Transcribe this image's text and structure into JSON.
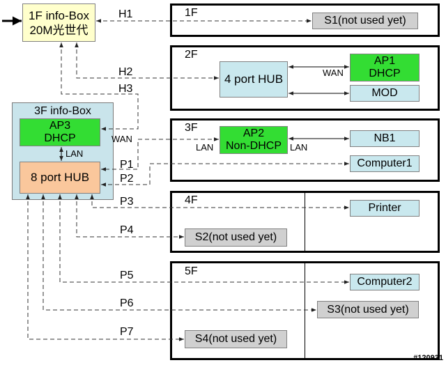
{
  "diagram": {
    "info_box_1f": {
      "line1": "1F info-Box",
      "line2": "20M光世代"
    },
    "info_box_3f": {
      "title": "3F info-Box"
    },
    "floors": {
      "f1": "1F",
      "f2": "2F",
      "f3": "3F",
      "f4": "4F",
      "f5": "5F"
    },
    "devices": {
      "s1": "S1(not used yet)",
      "hub4": "4 port HUB",
      "ap1": {
        "name": "AP1",
        "mode": "DHCP"
      },
      "mod": "MOD",
      "ap2": {
        "name": "AP2",
        "mode": "Non-DHCP"
      },
      "nb1": "NB1",
      "computer1": "Computer1",
      "ap3": {
        "name": "AP3",
        "mode": "DHCP"
      },
      "hub8": "8 port HUB",
      "printer": "Printer",
      "s2": "S2(not used yet)",
      "computer2": "Computer2",
      "s3": "S3(not used yet)",
      "s4": "S4(not used yet)"
    },
    "links": {
      "h1": "H1",
      "h2": "H2",
      "h3": "H3",
      "p1": "P1",
      "p2": "P2",
      "p3": "P3",
      "p4": "P4",
      "p5": "P5",
      "p6": "P6",
      "p7": "P7"
    },
    "port_labels": {
      "ap1_wan": "WAN",
      "ap3_wan": "WAN",
      "ap2_lan_left": "LAN",
      "ap2_lan_right": "LAN",
      "ap3_hub_lan": "LAN"
    }
  },
  "colors": {
    "info_box_1f": "#FFFFCC",
    "info_box_3f": "#C9E4EB",
    "access_point": "#33DD33",
    "device": "#C9E8EE",
    "unused_port": "#D0D0D0",
    "hub_8_port": "#FAC79C"
  },
  "watermark": "#120931"
}
